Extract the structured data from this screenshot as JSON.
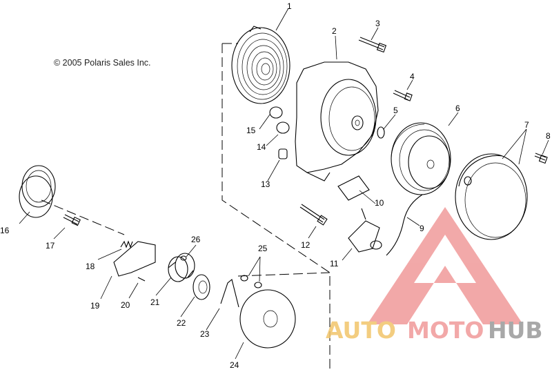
{
  "copyright": "© 2005 Polaris Sales Inc.",
  "callouts": {
    "c1": "1",
    "c2": "2",
    "c3": "3",
    "c4": "4",
    "c5": "5",
    "c6": "6",
    "c7": "7",
    "c8": "8",
    "c9": "9",
    "c10": "10",
    "c11": "11",
    "c12": "12",
    "c13": "13",
    "c14": "14",
    "c15": "15",
    "c16": "16",
    "c17": "17",
    "c18": "18",
    "c19": "19",
    "c20": "20",
    "c21": "21",
    "c22": "22",
    "c23": "23",
    "c24": "24",
    "c25": "25",
    "c26": "26"
  },
  "watermark": {
    "part1": "AUTO",
    "part2": "MOTO",
    "part3": "HUB",
    "color_gold": "#f2c56b",
    "color_red": "#f09a9a",
    "color_gray": "#9a9a9a"
  }
}
